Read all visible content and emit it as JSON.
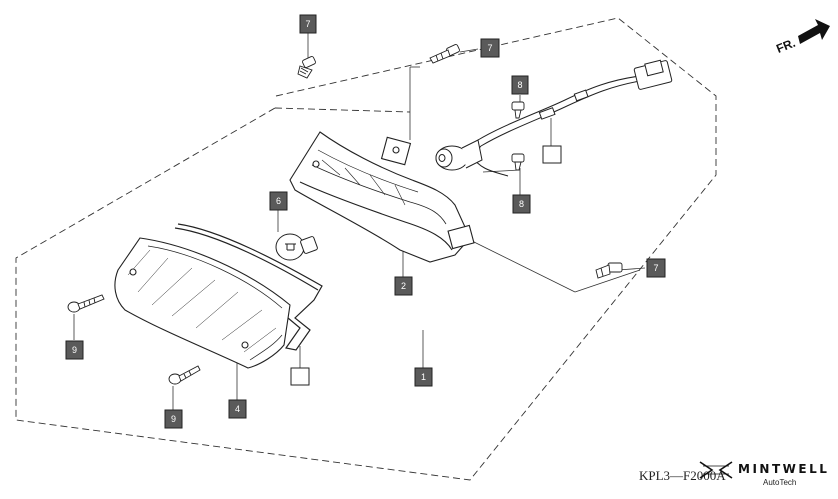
{
  "diagram": {
    "callouts": {
      "c7_top": "7",
      "c7_right_top": "7",
      "c8_top": "8",
      "c8_bottom": "8",
      "c6": "6",
      "c2": "2",
      "c7_right": "7",
      "c9_left": "9",
      "c9_bottom": "9",
      "c4": "4",
      "c1": "1"
    },
    "orientation": "FR.",
    "drawing_code": "KPL3—F2000A"
  },
  "watermark": {
    "brand": "MINTWELL",
    "sub": "AutoTech"
  },
  "colors": {
    "callout_fill": "#5a5a5a",
    "line": "#222222"
  }
}
